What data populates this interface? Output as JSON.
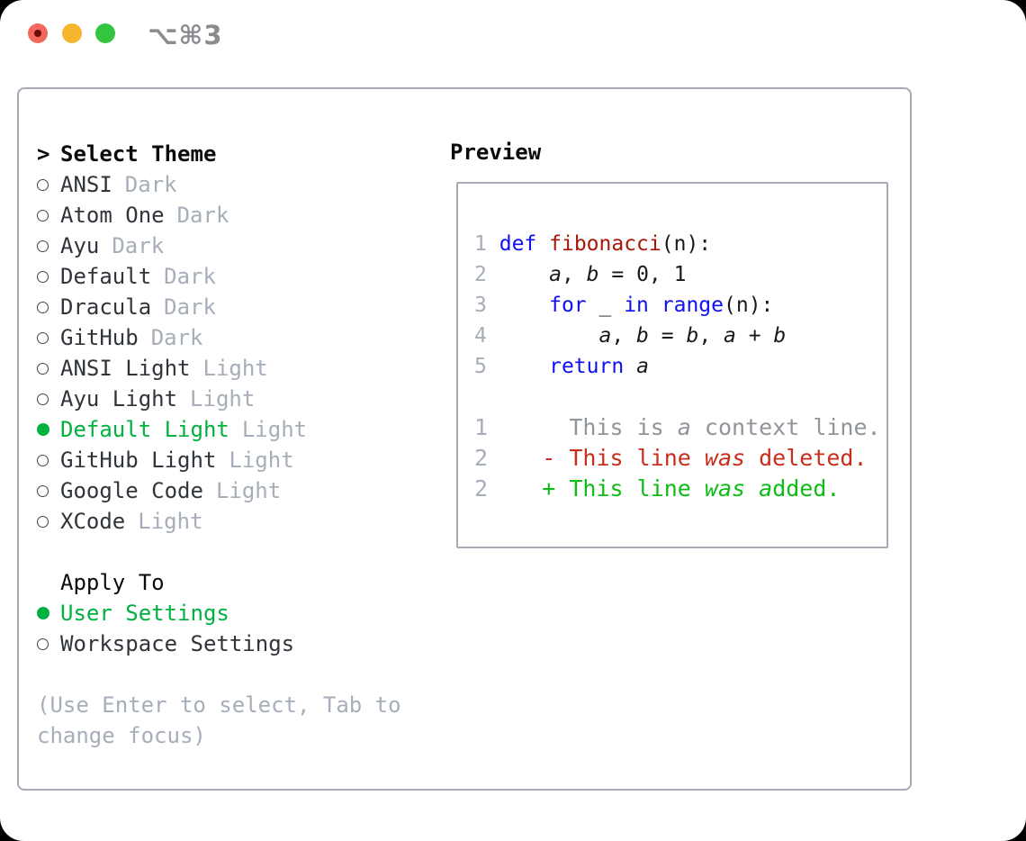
{
  "titlebar": {
    "shortcut": "⌥⌘3"
  },
  "colors": {
    "accent_green": "#00b140",
    "keyword_blue": "#0e10f2",
    "function_red": "#a81708",
    "deleted_red": "#c92d1b",
    "added_green": "#0fbb16",
    "context_gray": "#8f959b",
    "muted_gray": "#a6aeb9",
    "text_dark": "#30353b",
    "border_gray": "#a4abb6",
    "traffic_red": "#f2685c",
    "traffic_yellow": "#f5b52f",
    "traffic_green": "#33c53f"
  },
  "theme_section": {
    "prompt": ">",
    "title": "Select Theme",
    "items": [
      {
        "name": "ANSI",
        "variant": "Dark",
        "selected": false
      },
      {
        "name": "Atom One",
        "variant": "Dark",
        "selected": false
      },
      {
        "name": "Ayu",
        "variant": "Dark",
        "selected": false
      },
      {
        "name": "Default",
        "variant": "Dark",
        "selected": false
      },
      {
        "name": "Dracula",
        "variant": "Dark",
        "selected": false
      },
      {
        "name": "GitHub",
        "variant": "Dark",
        "selected": false
      },
      {
        "name": "ANSI Light",
        "variant": "Light",
        "selected": false
      },
      {
        "name": "Ayu Light",
        "variant": "Light",
        "selected": false
      },
      {
        "name": "Default Light",
        "variant": "Light",
        "selected": true
      },
      {
        "name": "GitHub Light",
        "variant": "Light",
        "selected": false
      },
      {
        "name": "Google Code",
        "variant": "Light",
        "selected": false
      },
      {
        "name": "XCode",
        "variant": "Light",
        "selected": false
      }
    ]
  },
  "apply_section": {
    "title": "Apply To",
    "items": [
      {
        "label": "User Settings",
        "selected": true
      },
      {
        "label": "Workspace Settings",
        "selected": false
      }
    ]
  },
  "hint_lines": [
    "(Use Enter to select, Tab to",
    "change focus)"
  ],
  "preview": {
    "title": "Preview",
    "code_lines": [
      [
        {
          "t": "1",
          "c": "num"
        },
        {
          "t": " ",
          "c": "pl"
        },
        {
          "t": "def",
          "c": "kw"
        },
        {
          "t": " ",
          "c": "pl"
        },
        {
          "t": "fibonacci",
          "c": "fn"
        },
        {
          "t": "(n):",
          "c": "pl"
        }
      ],
      [
        {
          "t": "2",
          "c": "num"
        },
        {
          "t": "     ",
          "c": "pl"
        },
        {
          "t": "a",
          "c": "var"
        },
        {
          "t": ", ",
          "c": "pl"
        },
        {
          "t": "b",
          "c": "var"
        },
        {
          "t": " = 0, 1",
          "c": "pl"
        }
      ],
      [
        {
          "t": "3",
          "c": "num"
        },
        {
          "t": "     ",
          "c": "pl"
        },
        {
          "t": "for",
          "c": "kw"
        },
        {
          "t": " _ ",
          "c": "pl"
        },
        {
          "t": "in",
          "c": "kw"
        },
        {
          "t": " ",
          "c": "pl"
        },
        {
          "t": "range",
          "c": "kw"
        },
        {
          "t": "(n):",
          "c": "pl"
        }
      ],
      [
        {
          "t": "4",
          "c": "num"
        },
        {
          "t": "         ",
          "c": "pl"
        },
        {
          "t": "a",
          "c": "var"
        },
        {
          "t": ", ",
          "c": "pl"
        },
        {
          "t": "b",
          "c": "var"
        },
        {
          "t": " = ",
          "c": "pl"
        },
        {
          "t": "b",
          "c": "var"
        },
        {
          "t": ", ",
          "c": "pl"
        },
        {
          "t": "a",
          "c": "var"
        },
        {
          "t": " + ",
          "c": "pl"
        },
        {
          "t": "b",
          "c": "var"
        }
      ],
      [
        {
          "t": "5",
          "c": "num"
        },
        {
          "t": "     ",
          "c": "pl"
        },
        {
          "t": "return",
          "c": "kw"
        },
        {
          "t": " ",
          "c": "pl"
        },
        {
          "t": "a",
          "c": "var"
        }
      ]
    ],
    "diff_lines": [
      [
        {
          "t": "1",
          "c": "num"
        },
        {
          "t": "      ",
          "c": "pl"
        },
        {
          "t": "This is ",
          "c": "ctx"
        },
        {
          "t": "a",
          "c": "ctx i"
        },
        {
          "t": " context line.",
          "c": "ctx"
        }
      ],
      [
        {
          "t": "2",
          "c": "num"
        },
        {
          "t": "    ",
          "c": "pl"
        },
        {
          "t": "- This line ",
          "c": "del"
        },
        {
          "t": "was",
          "c": "del i"
        },
        {
          "t": " deleted.",
          "c": "del"
        }
      ],
      [
        {
          "t": "2",
          "c": "num"
        },
        {
          "t": "    ",
          "c": "pl"
        },
        {
          "t": "+ This line ",
          "c": "add"
        },
        {
          "t": "was",
          "c": "add i"
        },
        {
          "t": " ",
          "c": "add"
        },
        {
          "t": "a",
          "c": "add i"
        },
        {
          "t": "dded.",
          "c": "add"
        }
      ]
    ]
  }
}
